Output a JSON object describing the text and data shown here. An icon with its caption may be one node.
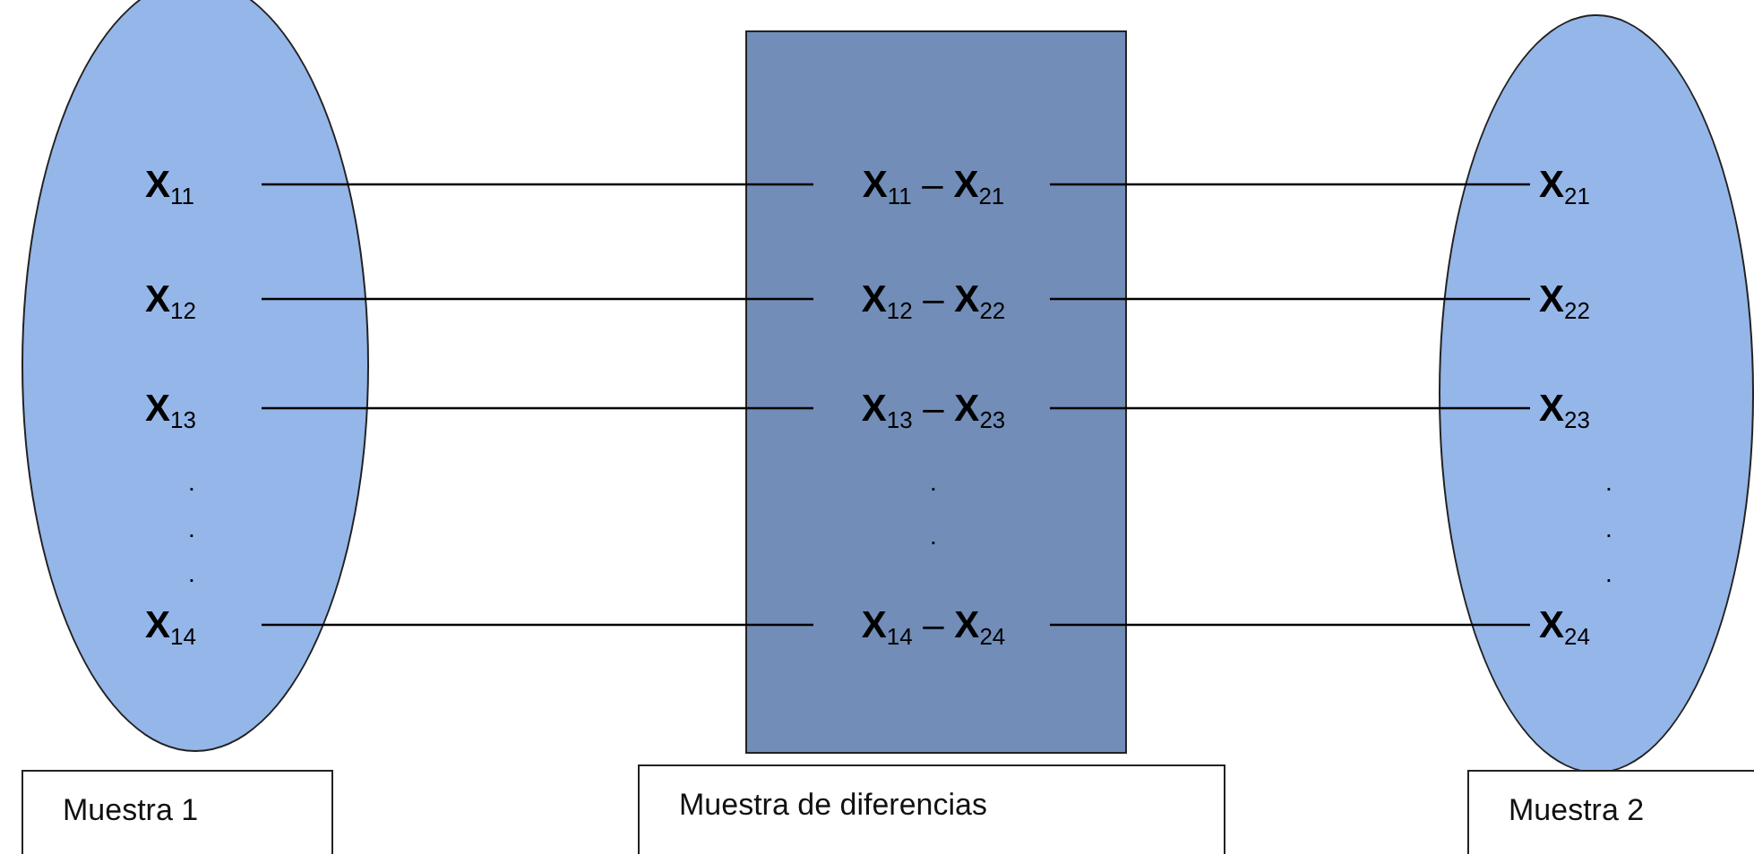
{
  "diagram": {
    "nodes": [
      {
        "text": [],
        "shape": "ellipse"
      },
      {
        "text": [
          "**X**$_{11}$"
        ],
        "in": 0
      },
      {
        "text": [
          "**X**$_{12}$"
        ],
        "in": 0
      },
      {
        "text": [
          "**X**$_{13}$"
        ],
        "in": 0
      },
      {
        "text": [
          "**X**$_{14}$"
        ],
        "in": 0
      },
      {
        "text": [],
        "shape": "box"
      },
      {
        "text": [
          "**X**$_{11}$ – **X**$_{21}$"
        ],
        "in": 5
      },
      {
        "text": [
          "**X**$_{12}$ – **X**$_{22}$"
        ],
        "in": 5
      },
      {
        "text": [
          "**X**$_{13}$ – **X**$_{23}$"
        ],
        "in": 5
      },
      {
        "text": [
          "**X**$_{14}$ – **X**$_{24}$"
        ],
        "in": 5
      },
      {
        "text": [],
        "shape": "ellipse"
      },
      {
        "text": [
          "**X**$_{21}$"
        ],
        "in": 10
      },
      {
        "text": [
          "**X**$_{22}$"
        ],
        "in": 10
      },
      {
        "text": [
          "**X**$_{23}$"
        ],
        "in": 10
      },
      {
        "text": [
          "**X**$_{24}$"
        ],
        "in": 10
      },
      {
        "text": [
          "Muestra 1"
        ]
      },
      {
        "text": [
          "Muestra de diferencias"
        ]
      },
      {
        "text": [
          "Muestra 2"
        ]
      }
    ],
    "edges": [
      {
        "from": 1,
        "to": 6,
        "arrow": "none"
      },
      {
        "from": 2,
        "to": 7,
        "arrow": "none"
      },
      {
        "from": 3,
        "to": 8,
        "arrow": "none"
      },
      {
        "from": 4,
        "to": 9,
        "arrow": "none"
      },
      {
        "from": 6,
        "to": 11,
        "arrow": "none"
      },
      {
        "from": 7,
        "to": 12,
        "arrow": "none"
      },
      {
        "from": 8,
        "to": 13,
        "arrow": "none"
      },
      {
        "from": 9,
        "to": 14,
        "arrow": "none"
      }
    ],
    "labels": [
      ".",
      ".",
      ".",
      ".",
      ".",
      ".",
      ".",
      "."
    ]
  }
}
